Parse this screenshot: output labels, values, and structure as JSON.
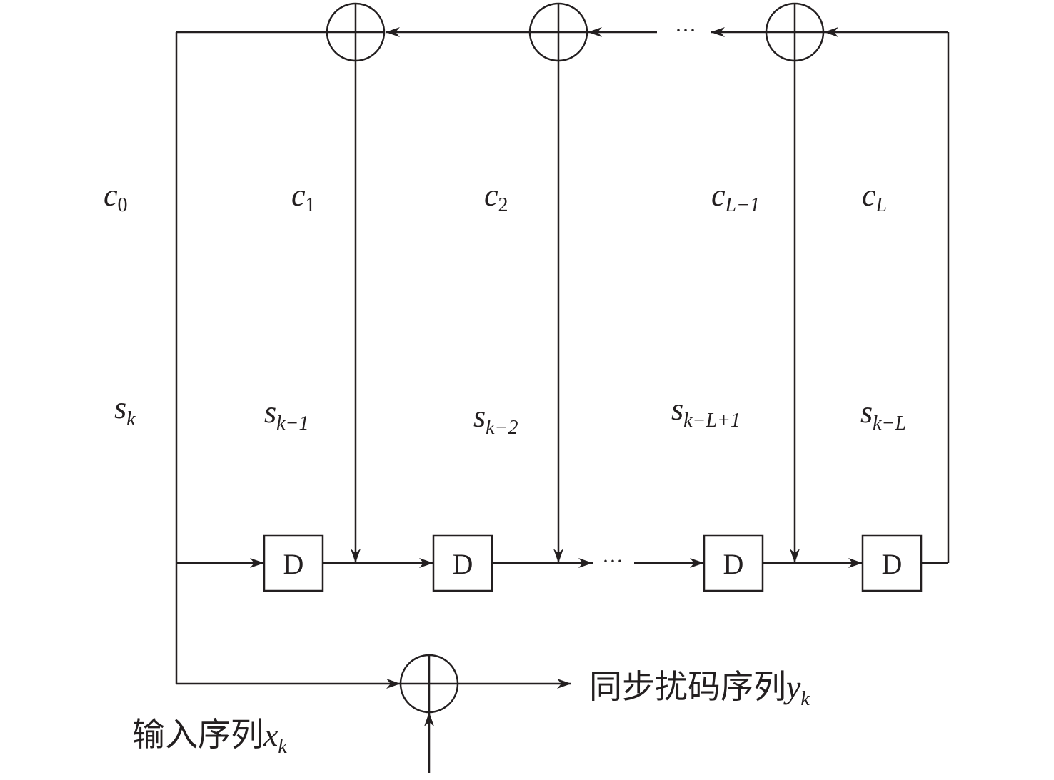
{
  "delay_label": "D",
  "ellipsis": "···",
  "coefficients": [
    {
      "base": "c",
      "sub": "0"
    },
    {
      "base": "c",
      "sub": "1"
    },
    {
      "base": "c",
      "sub": "2"
    },
    {
      "base": "c",
      "sub": "L−1"
    },
    {
      "base": "c",
      "sub": "L"
    }
  ],
  "states": [
    {
      "base": "s",
      "sub": "k"
    },
    {
      "base": "s",
      "sub": "k−1"
    },
    {
      "base": "s",
      "sub": "k−2"
    },
    {
      "base": "s",
      "sub": "k−L+1"
    },
    {
      "base": "s",
      "sub": "k−L"
    }
  ],
  "output": {
    "label": "同步扰码序列",
    "var": "y",
    "sub": "k"
  },
  "input": {
    "label": "输入序列",
    "var": "x",
    "sub": "k"
  }
}
